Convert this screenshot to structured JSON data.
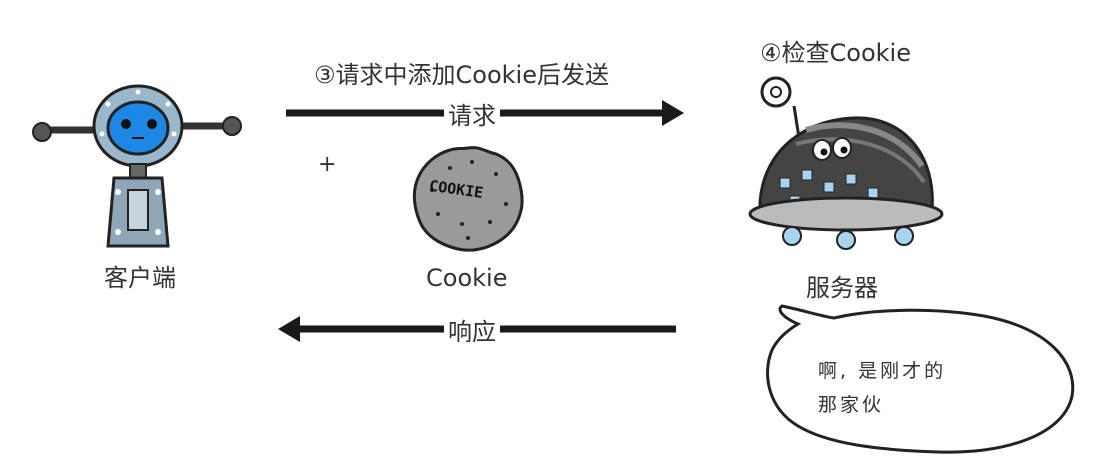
{
  "step3_label": "③请求中添加Cookie后发送",
  "step4_label": "④检查Cookie",
  "request_label": "请求",
  "response_label": "响应",
  "plus_sign": "+",
  "cookie_caption": "Cookie",
  "cookie_biscuit_text": "COOKIE",
  "client_label": "客户端",
  "server_label": "服务器",
  "speech_line1": "啊, 是刚才的",
  "speech_line2": "那家伙",
  "colors": {
    "arrow": "#1a1a1a",
    "client_face": "#1e88e5",
    "client_body": "#8fa5b8",
    "server_shell": "#444444",
    "server_lights": "#a8d4f0",
    "cookie": "#9a9a9a"
  }
}
